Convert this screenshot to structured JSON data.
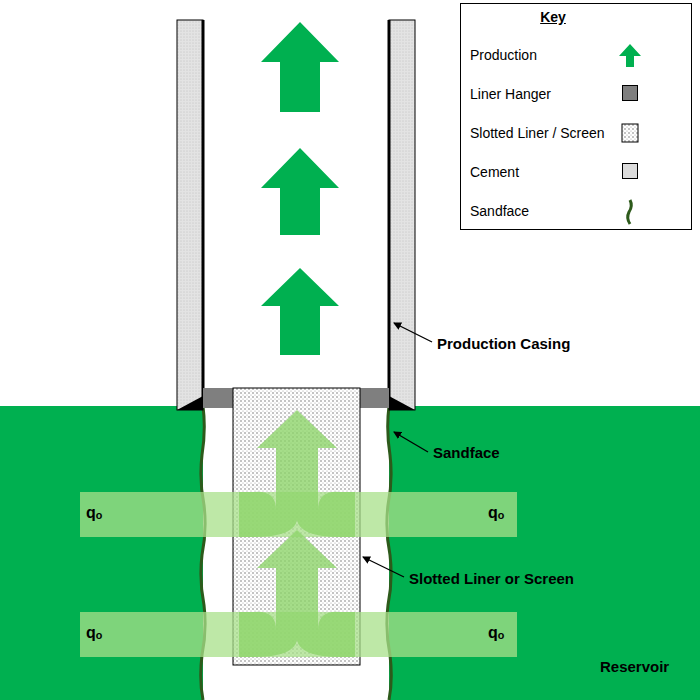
{
  "diagram": {
    "labels": [
      "Key",
      "Production Casing",
      "Sandface",
      "Slotted Liner or Screen",
      "qₒ",
      "qₒ",
      "qₒ",
      "qₒ",
      "Reservoir"
    ],
    "legend": [
      {
        "text": "Production"
      },
      {
        "text": "Liner Hanger",
        "color": "#7f7f7f"
      },
      {
        "text": "Slotted Liner / Screen"
      },
      {
        "text": "Cement",
        "color": "#dcdcdc"
      },
      {
        "text": "Sandface"
      }
    ]
  }
}
